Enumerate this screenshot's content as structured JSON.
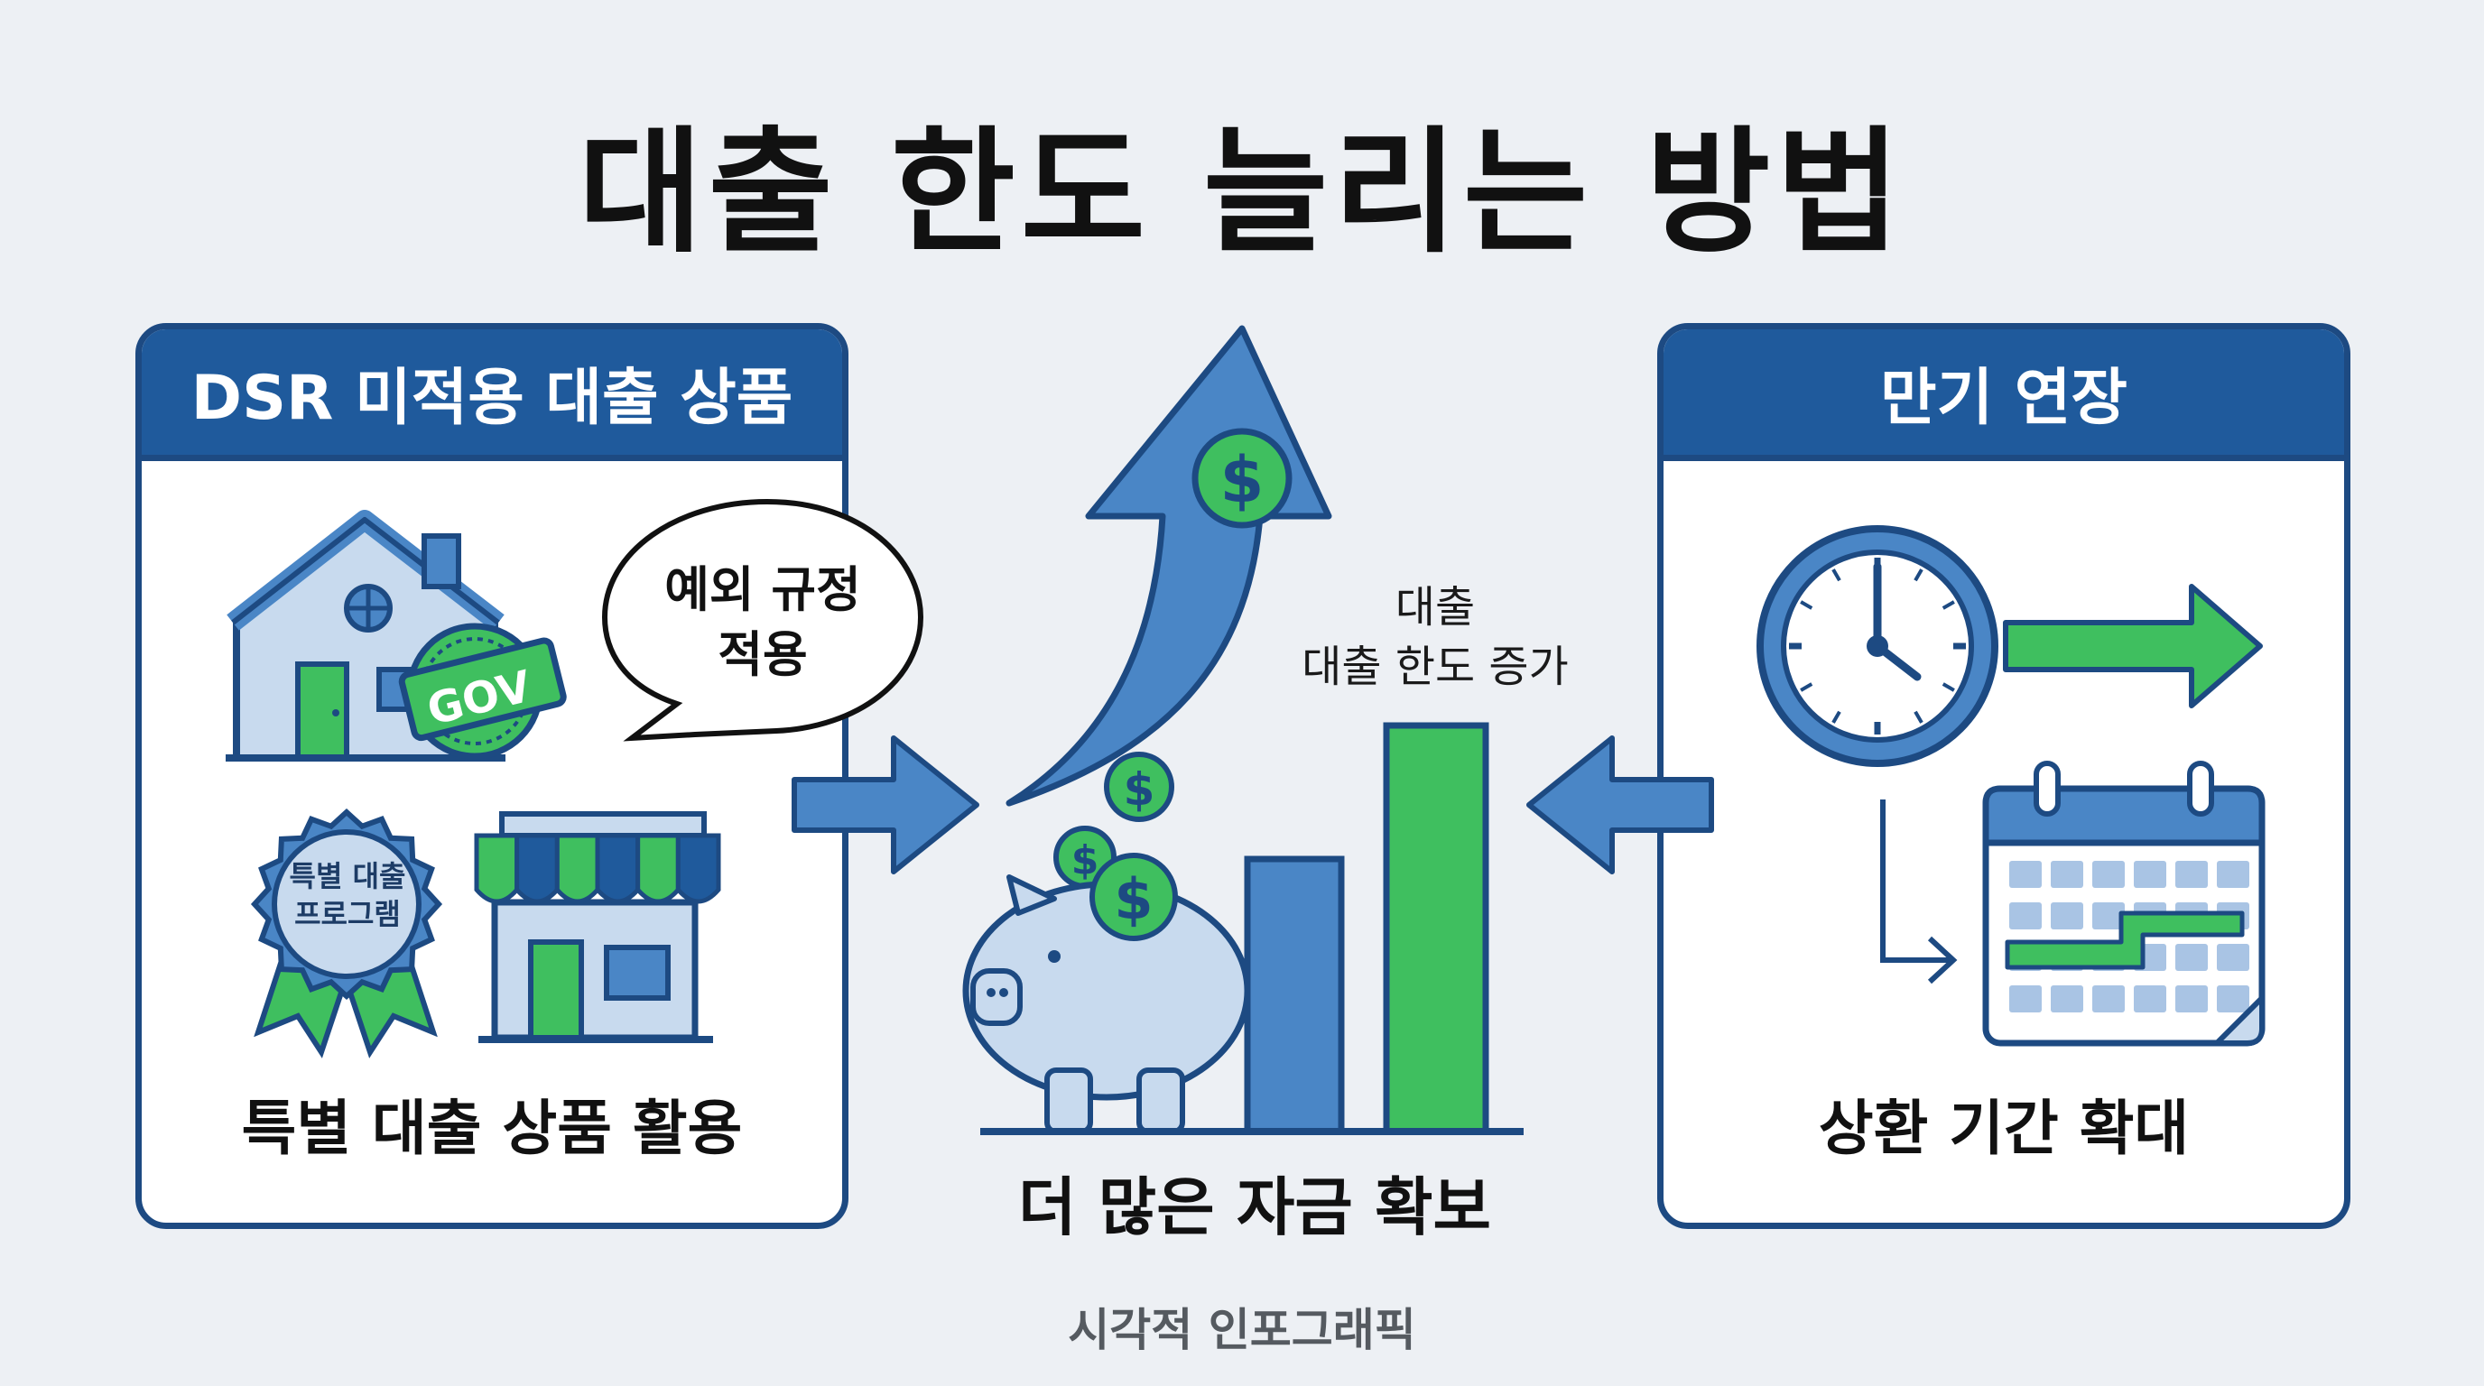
{
  "title": "대출 한도 늘리는 방법",
  "left_card": {
    "header": "DSR 미적용 대출 상품",
    "bubble_line1": "예외 규정",
    "bubble_line2": "적용",
    "badge_text": "GOV",
    "ribbon_line1": "특별 대출",
    "ribbon_line2": "프로그램",
    "footer": "특별 대출 상품 활용"
  },
  "center": {
    "bar_label_line1": "대출",
    "bar_label_line2": "대출 한도 증가",
    "footer": "더 많은 자금 확보",
    "currency_symbol": "$"
  },
  "right_card": {
    "header": "만기 연장",
    "footer": "상환 기간 확대"
  },
  "caption": "시각적 인포그래픽",
  "colors": {
    "navy": "#1d4a82",
    "blue": "#4a86c6",
    "light_blue": "#c8daee",
    "green": "#3fbf5f",
    "background": "#edf0f4"
  }
}
